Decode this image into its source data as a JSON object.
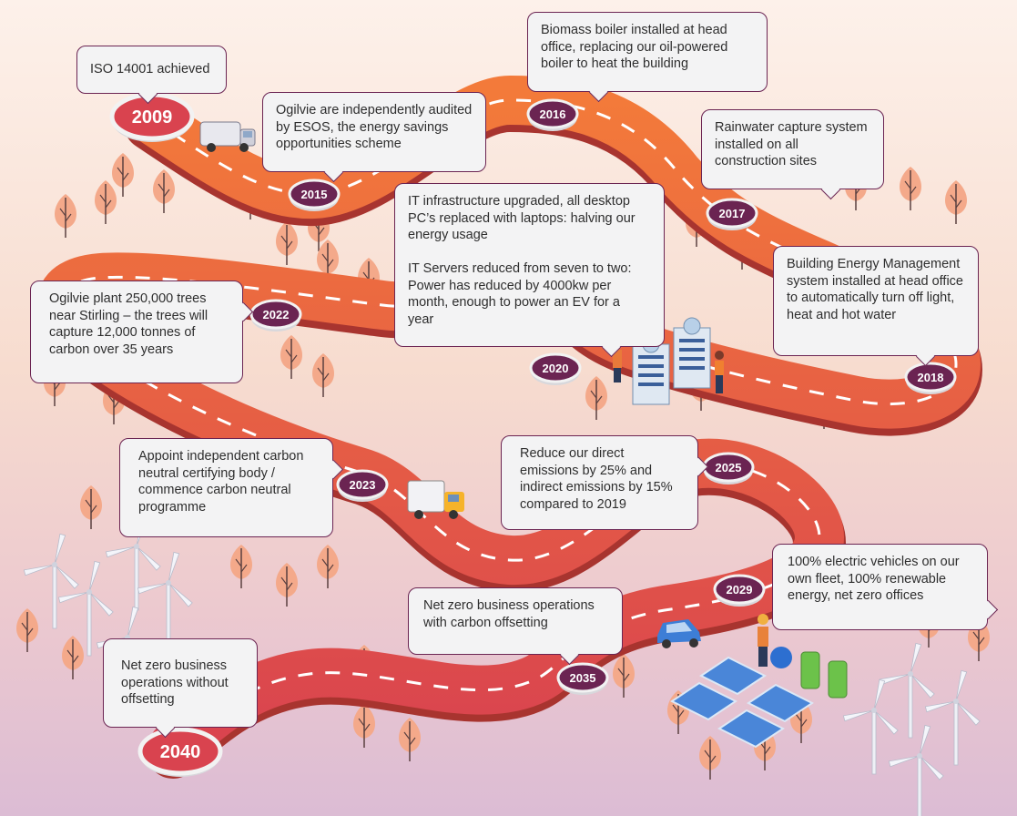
{
  "milestones": [
    {
      "year": "2009",
      "text": "ISO 14001 achieved"
    },
    {
      "year": "2015",
      "text": "Ogilvie are independently audited by ESOS, the energy savings opportunities scheme"
    },
    {
      "year": "2016",
      "text": "Biomass boiler installed at head office, replacing our oil-powered boiler to heat the building"
    },
    {
      "year": "2017",
      "text": "Rainwater capture system installed on all construction sites"
    },
    {
      "year": "2018",
      "text": "Building Energy Management system installed at head office to automatically turn off light, heat and hot water"
    },
    {
      "year": "2020",
      "text": "IT infrastructure upgraded, all desktop PC’s replaced with laptops: halving our energy usage\n\nIT Servers reduced from seven to two: Power has reduced by 4000kw per month, enough to power an EV for a year"
    },
    {
      "year": "2022",
      "text": "Ogilvie plant 250,000 trees near Stirling – the trees will capture 12,000 tonnes of carbon over 35 years"
    },
    {
      "year": "2023",
      "text": "Appoint independent carbon neutral certifying body / commence carbon neutral programme"
    },
    {
      "year": "2025",
      "text": "Reduce our direct emissions by 25% and indirect emissions by 15% compared to 2019"
    },
    {
      "year": "2029",
      "text": "100% electric vehicles on our own fleet, 100% renewable energy, net zero offices"
    },
    {
      "year": "2035",
      "text": "Net zero business operations with carbon offsetting"
    },
    {
      "year": "2040",
      "text": "Net zero business operations without offsetting"
    }
  ],
  "colors": {
    "road_top": "#f0683a",
    "road_bottom": "#d94a4f",
    "road_edge": "#a8342f",
    "marker": "#6b2452",
    "tree": "#f4a98a"
  }
}
